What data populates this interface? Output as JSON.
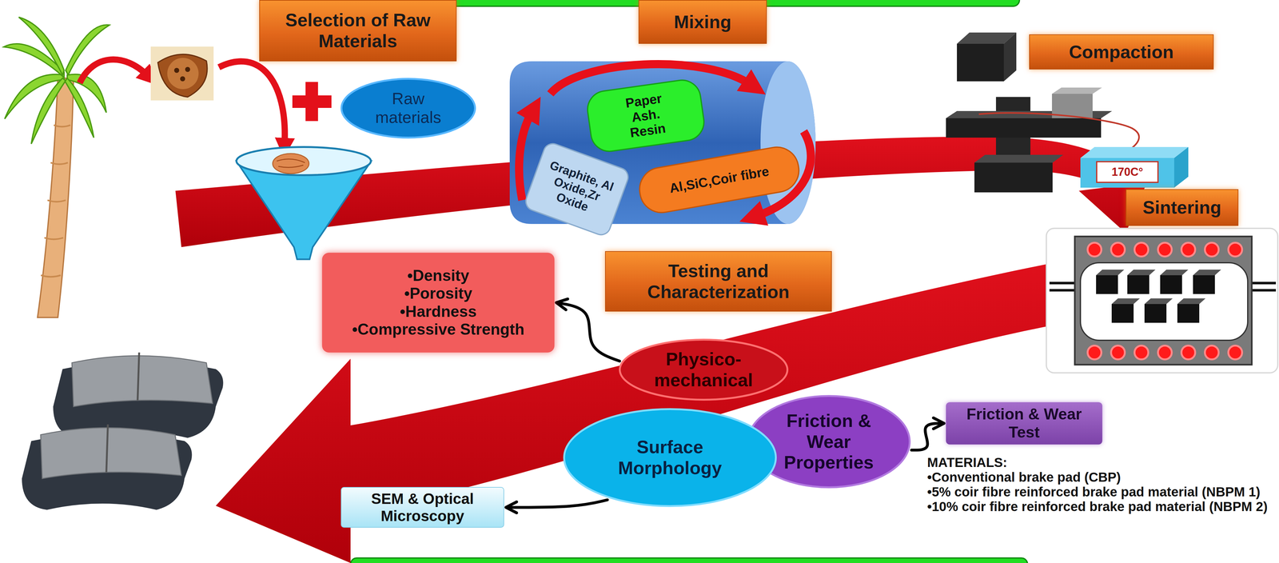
{
  "diagram": {
    "nodes": [
      {
        "text": [
          "Selection of Raw Materials"
        ]
      },
      {
        "text": [
          "Raw materials"
        ]
      },
      {
        "text": [
          "Mixing"
        ]
      },
      {
        "text": [
          "Paper Ash. Resin"
        ]
      },
      {
        "text": [
          "Al,SiC,Coir fibre"
        ]
      },
      {
        "text": [
          "Graphite, Al Oxide,Zr Oxide"
        ]
      },
      {
        "text": [
          "Compaction"
        ]
      },
      {
        "text": [
          "170C°"
        ]
      },
      {
        "text": [
          "Sintering"
        ]
      },
      {
        "text": [
          "•Density",
          "•Porosity",
          "•Hardness",
          "•Compressive Strength"
        ]
      },
      {
        "text": [
          "Testing and Characterization"
        ]
      },
      {
        "text": [
          "Physico-mechanical"
        ]
      },
      {
        "text": [
          "Friction & Wear Properties"
        ]
      },
      {
        "text": [
          "Surface Morphology"
        ]
      },
      {
        "text": [
          "Friction & Wear Test"
        ]
      },
      {
        "text": [
          "SEM & Optical Microscopy"
        ]
      }
    ],
    "edges": [
      {
        "from": 11,
        "to": 9,
        "arrow": "to"
      },
      {
        "from": 12,
        "to": 14,
        "arrow": "to"
      },
      {
        "from": 13,
        "to": 15,
        "arrow": "to"
      }
    ],
    "labels": [
      "MATERIALS:",
      "•Conventional brake pad (CBP)",
      "•5% coir fibre reinforced brake pad material (NBPM 1)",
      "•10% coir fibre reinforced brake pad material (NBPM 2)"
    ]
  }
}
